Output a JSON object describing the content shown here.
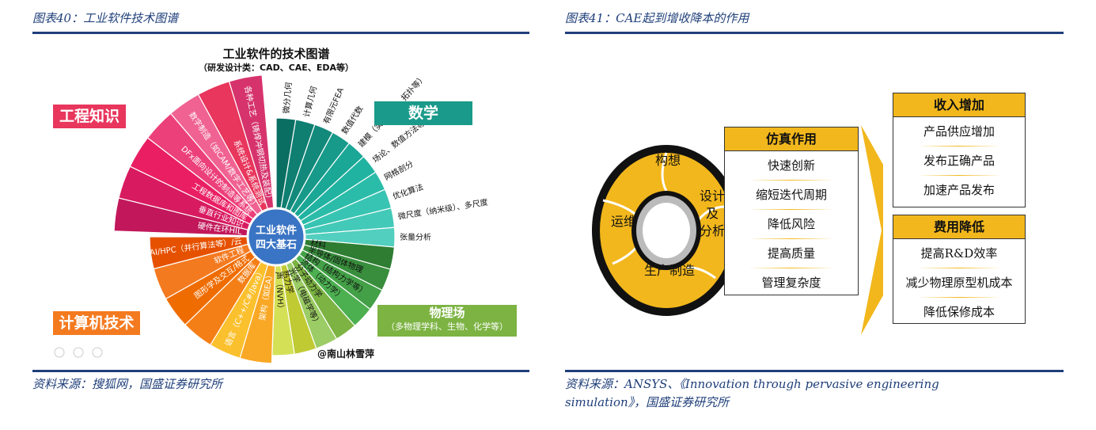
{
  "left": {
    "caption": "图表40：工业软件技术图谱",
    "source": "资料来源：搜狐网，国盛证券研究所",
    "title": "工业软件的技术图谱",
    "subtitle": "（研发设计类：CAD、CAE、EDA等）",
    "center": [
      "工业软件",
      "四大基石"
    ],
    "flags": {
      "engineering": "工程知识",
      "math": "数学",
      "computer": "计算机技术",
      "physics_title": "物理场",
      "physics_sub": "（多物理学科、生物、化学等）"
    },
    "watermark": "@南山林雪萍",
    "segments": {
      "engineering": [
        "硬件在环HIL",
        "垂直行业知识",
        "工程数据库和图库",
        "DFx面向设计的制造等系统",
        "数字制造（如CAM/数字工艺等）",
        "系统设计&系统测试",
        "各种工艺（铸焊冲钢切热及装配）"
      ],
      "computer": [
        "架构（如EA）",
        "语言（C++/C#/Java）",
        "数据库",
        "图形学及交互/格式",
        "软件工程",
        "AI/HPC（并行算法等）/云"
      ],
      "physics": [
        "材料",
        "半导体/固体物理",
        "结构（结构力学等）",
        "流体（动力学）",
        "分子动力学",
        "光学（电磁学等）",
        "热力学",
        "声（NVH）"
      ],
      "math": [
        "微分几何",
        "计算几何",
        "有限元FEA",
        "数值代数",
        "建模（实体造型、拓扑等）",
        "场论、数值方法等",
        "网格剖分",
        "优化算法",
        "微尺度（纳米级）、多尺度",
        "张量分析"
      ]
    }
  },
  "right": {
    "caption": "图表41：CAE起到增收降本的作用",
    "source_line1": "资料来源：ANSYS、《Innovation through pervasive engineering",
    "source_line2": "simulation》，国盛证券研究所",
    "cycle": [
      "构想",
      "设计及分析",
      "生产制造",
      "运维"
    ],
    "sim_box": {
      "title": "仿真作用",
      "items": [
        "快速创新",
        "缩短迭代周期",
        "降低风险",
        "提高质量",
        "管理复杂度"
      ]
    },
    "income_box": {
      "title": "收入增加",
      "items": [
        "产品供应增加",
        "发布正确产品",
        "加速产品发布"
      ]
    },
    "cost_box": {
      "title": "费用降低",
      "items": [
        "提高R&D效率",
        "减少物理原型机成本",
        "降低保修成本"
      ]
    }
  },
  "colors": {
    "accent": "#1f3f7a",
    "gold": "#f2b71c",
    "engineering": "#e8365c",
    "math": "#1a9a8a",
    "computer": "#f47a20",
    "physics": "#7cb342"
  }
}
